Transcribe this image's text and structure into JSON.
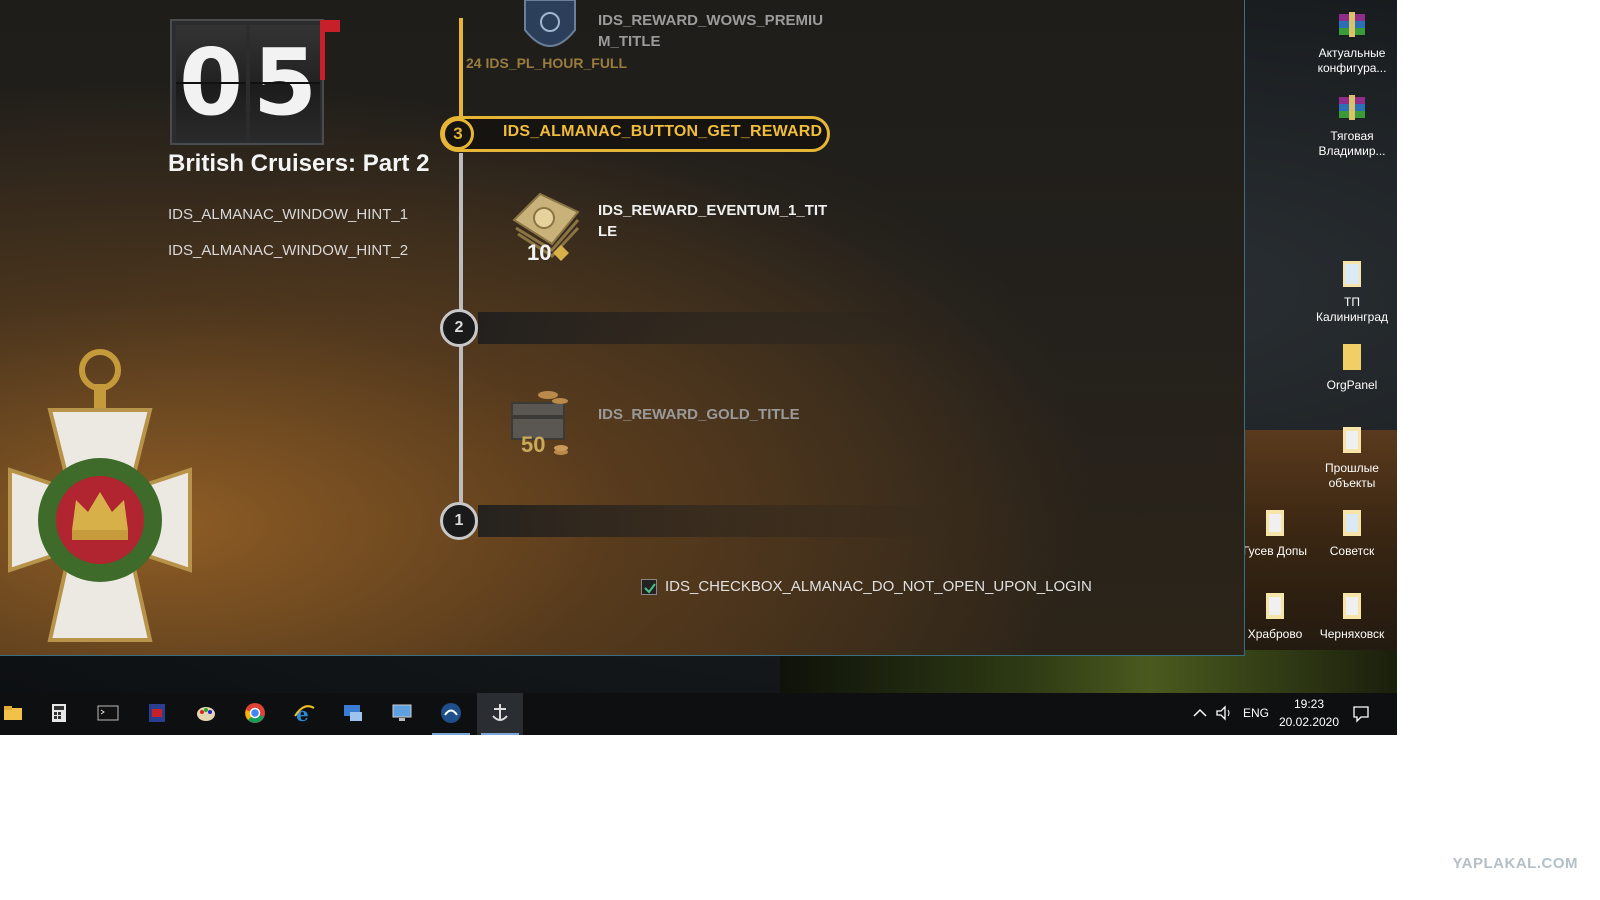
{
  "game": {
    "calendar": {
      "digit1": "0",
      "digit2": "5"
    },
    "title": "British Cruisers: Part 2",
    "hints": [
      "IDS_ALMANAC_WINDOW_HINT_1",
      "IDS_ALMANAC_WINDOW_HINT_2"
    ],
    "top_reward": {
      "label": "IDS_REWARD_WOWS_PREMIU M_TITLE",
      "line1": "IDS_REWARD_WOWS_PREMIU",
      "line2": "M_TITLE",
      "hours": "24 IDS_PL_HOUR_FULL"
    },
    "step3": {
      "number": "3",
      "button_label": "IDS_ALMANAC_BUTTON_GET_REWARD"
    },
    "reward_eventum": {
      "line1": "IDS_REWARD_EVENTUM_1_TIT",
      "line2": "LE",
      "amount": "10"
    },
    "step2": {
      "number": "2"
    },
    "reward_gold": {
      "label": "IDS_REWARD_GOLD_TITLE",
      "amount": "50"
    },
    "step1": {
      "number": "1"
    },
    "checkbox": {
      "label": "IDS_CHECKBOX_ALMANAC_DO_NOT_OPEN_UPON_LOGIN",
      "checked": true
    }
  },
  "desktop_icons": [
    {
      "label1": "Актуальные",
      "label2": "конфигура...",
      "icon": "winrar-archive-icon"
    },
    {
      "label1": "Тяговая",
      "label2": "Владимир...",
      "icon": "winrar-archive-icon"
    },
    {
      "label1": "ТП",
      "label2": "Калининград",
      "icon": "folder-icon"
    },
    {
      "label1": "OrgPanel",
      "label2": "",
      "icon": "folder-icon"
    },
    {
      "label1": "Прошлые",
      "label2": "объекты",
      "icon": "folder-icon"
    },
    {
      "label1": "Гусев Допы",
      "label2": "",
      "icon": "folder-icon"
    },
    {
      "label1": "Советск",
      "label2": "",
      "icon": "folder-icon"
    },
    {
      "label1": "Храброво",
      "label2": "",
      "icon": "folder-icon"
    },
    {
      "label1": "Черняховск",
      "label2": "",
      "icon": "folder-icon"
    }
  ],
  "taskbar": {
    "apps": [
      "file-explorer-icon",
      "calculator-icon",
      "command-prompt-icon",
      "media-app-icon",
      "paint-icon",
      "chrome-icon",
      "internet-explorer-icon",
      "remote-desktop-icon",
      "monitor-icon",
      "teamspeak-icon",
      "world-of-warships-icon"
    ],
    "tray": {
      "language": "ENG",
      "time": "19:23",
      "date": "20.02.2020"
    }
  },
  "colors": {
    "gold": "#e7b536",
    "taskbar": "#0e0f10",
    "window_border": "#3a6f83"
  },
  "watermark": "YAPLAKAL.COM"
}
